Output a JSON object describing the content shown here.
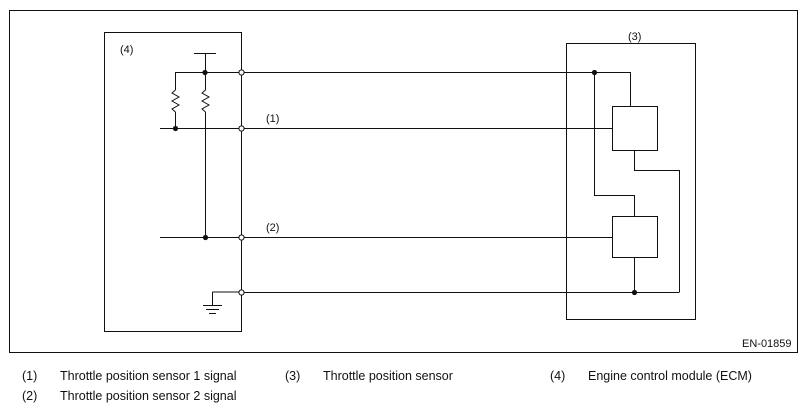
{
  "diagram": {
    "code": "EN-01859",
    "callouts": {
      "ecm": "(4)",
      "sensor": "(3)",
      "signal1": "(1)",
      "signal2": "(2)"
    }
  },
  "legend": [
    {
      "num": "(1)",
      "text": "Throttle position sensor 1 signal"
    },
    {
      "num": "(2)",
      "text": "Throttle position sensor 2 signal"
    },
    {
      "num": "(3)",
      "text": "Throttle position sensor"
    },
    {
      "num": "(4)",
      "text": "Engine control module (ECM)"
    }
  ]
}
